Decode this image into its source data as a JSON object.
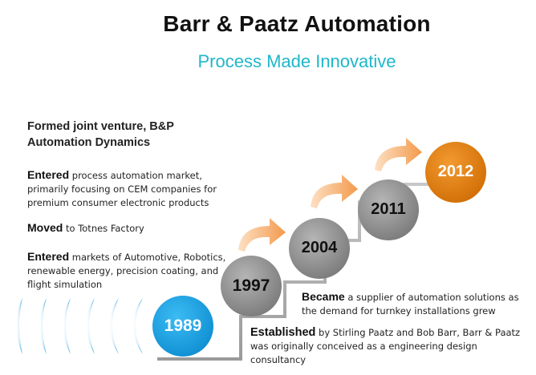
{
  "header": {
    "title": "Barr & Paatz  Automation",
    "subtitle": "Process Made Innovative"
  },
  "events": [
    {
      "headline": "Formed  joint venture,  B&P Automation Dynamics"
    },
    {
      "verb": "Entered",
      "text": "process automation market, primarily focusing on CEM companies for premium consumer electronic products"
    },
    {
      "verb": "Moved",
      "text": "to Totnes Factory"
    },
    {
      "verb": "Entered",
      "text": "markets of Automotive,  Robotics, renewable energy, precision coating, and flight simulation"
    },
    {
      "verb": "Became",
      "text": "a supplier of automation solutions as the demand for turnkey installations grew"
    },
    {
      "verb": "Established",
      "text": "by Stirling Paatz and Bob Barr, Barr & Paatz was originally conceived as a engineering design consultancy"
    }
  ],
  "milestones": [
    {
      "year": "1989",
      "color": "#19a4e6"
    },
    {
      "year": "1997",
      "color": "#8f8f8f"
    },
    {
      "year": "2004",
      "color": "#8f8f8f"
    },
    {
      "year": "2011",
      "color": "#8f8f8f"
    },
    {
      "year": "2012",
      "color": "#e07b0c"
    }
  ],
  "colors": {
    "subtitle": "#1fb7c9",
    "arrow": "#f6a257",
    "wave": "#1a9de0"
  }
}
